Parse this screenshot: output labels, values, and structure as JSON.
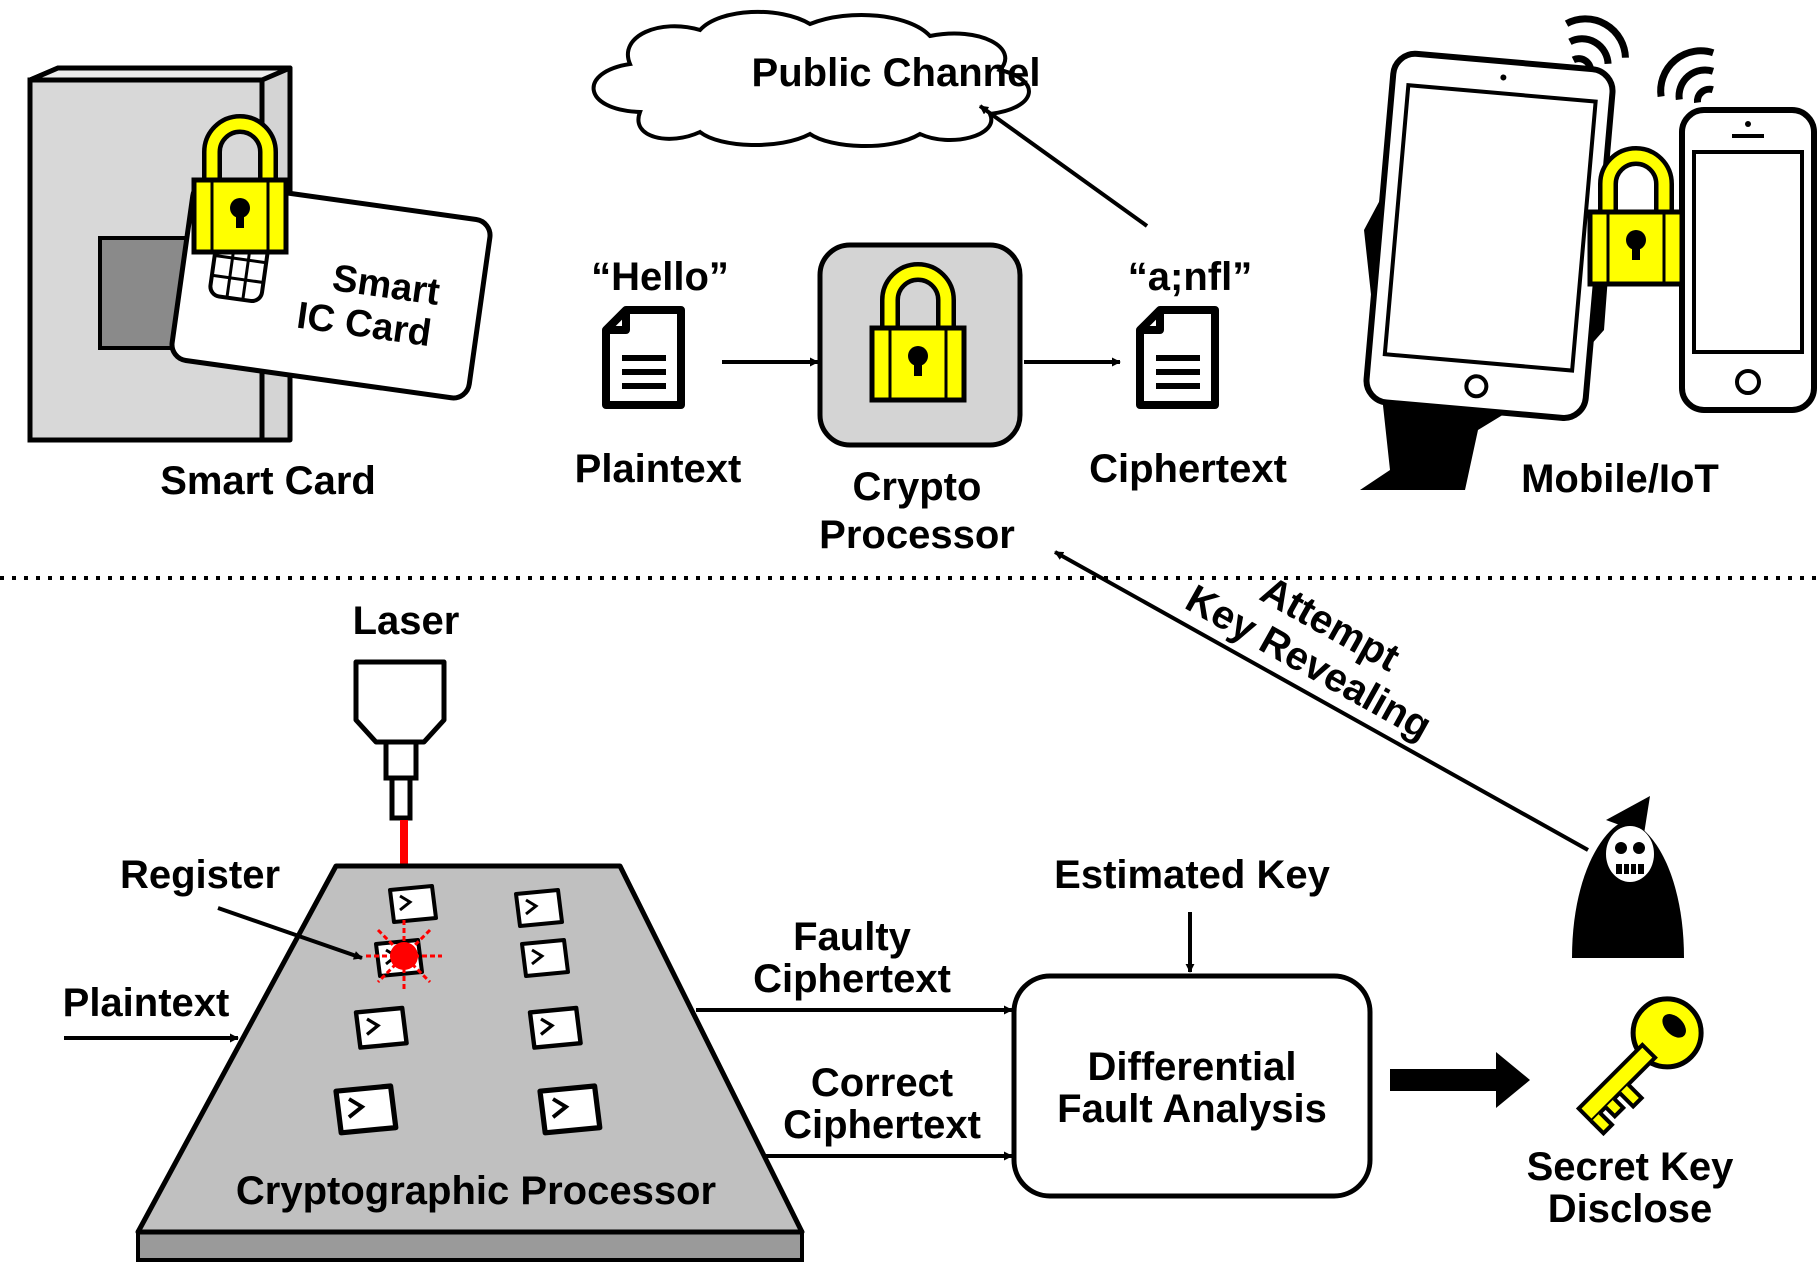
{
  "top": {
    "cloud_label": "Public Channel",
    "smart_card": {
      "card_text_line1": "Smart",
      "card_text_line2": "IC Card",
      "caption": "Smart Card"
    },
    "plaintext_quote": "“Hello”",
    "plaintext_label": "Plaintext",
    "processor_label_line1": "Crypto",
    "processor_label_line2": "Processor",
    "ciphertext_quote": "“a;nfl”",
    "ciphertext_label": "Ciphertext",
    "mobile_caption": "Mobile/IoT"
  },
  "bottom": {
    "laser_label": "Laser",
    "register_label": "Register",
    "plaintext_label": "Plaintext",
    "processor_label": "Cryptographic Processor",
    "faulty_line1": "Faulty",
    "faulty_line2": "Ciphertext",
    "correct_line1": "Correct",
    "correct_line2": "Ciphertext",
    "estimated_key_label": "Estimated Key",
    "dfa_line1": "Differential",
    "dfa_line2": "Fault Analysis",
    "attack_line1": "Attempt",
    "attack_line2": "Key Revealing",
    "secret_line1": "Secret Key",
    "secret_line2": "Disclose"
  },
  "icons": [
    "cloud-icon",
    "padlock-icon",
    "document-icon",
    "tablet-icon",
    "smartphone-icon",
    "hand-icon",
    "wifi-icon",
    "laser-icon",
    "register-icon",
    "attacker-icon",
    "key-icon"
  ],
  "colors": {
    "lock_yellow": "#ffff00",
    "laser_red": "#ff0000",
    "processor_gray": "#c0c0c0",
    "key_yellow": "#ffff00"
  }
}
